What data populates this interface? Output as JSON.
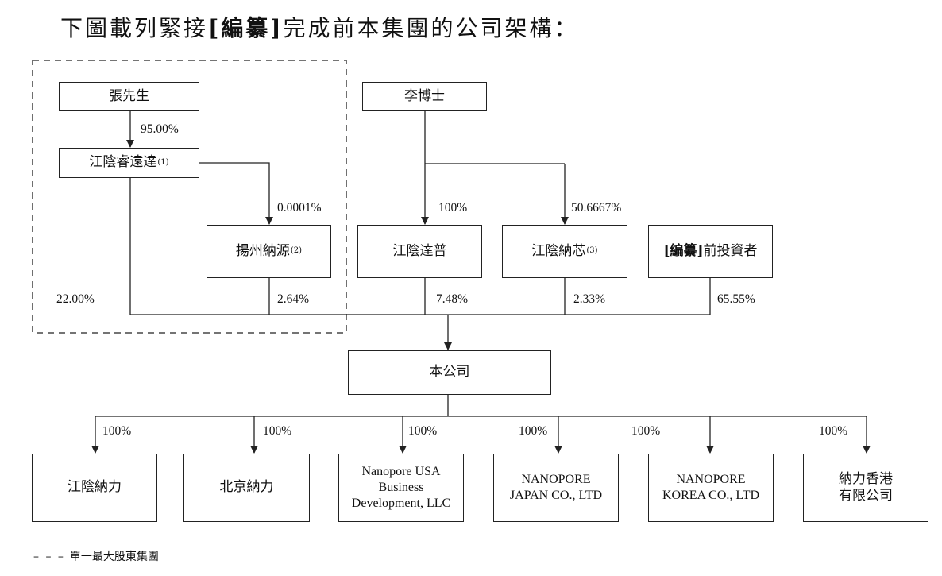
{
  "title": {
    "prefix": "下圖載列緊接",
    "redacted": "[編纂]",
    "suffix": "完成前本集團的公司架構："
  },
  "nodes": {
    "zhang": "張先生",
    "li": "李博士",
    "ruiyuanda": {
      "name": "江陰睿遠達",
      "note": "(1)"
    },
    "nayuan": {
      "name": "揚州納源",
      "note": "(2)"
    },
    "dapu": "江陰達普",
    "naxin": {
      "name": "江陰納芯",
      "note": "(3)"
    },
    "pre_investors": {
      "redacted": "[編纂]",
      "name": "前投資者"
    },
    "company": "本公司",
    "sub1": "江陰納力",
    "sub2": "北京納力",
    "sub3": [
      "Nanopore USA",
      "Business",
      "Development, LLC"
    ],
    "sub4": [
      "NANOPORE",
      "JAPAN CO., LTD"
    ],
    "sub5": [
      "NANOPORE",
      "KOREA CO., LTD"
    ],
    "sub6": [
      "納力香港",
      "有限公司"
    ]
  },
  "percentages": {
    "zhang_to_ruiyuanda": "95.00%",
    "ruiyuanda_to_nayuan": "0.0001%",
    "li_to_dapu": "100%",
    "li_to_naxin": "50.6667%",
    "ruiyuanda_to_company": "22.00%",
    "nayuan_to_company": "2.64%",
    "dapu_to_company": "7.48%",
    "naxin_to_company": "2.33%",
    "investors_to_company": "65.55%",
    "company_to_sub1": "100%",
    "company_to_sub2": "100%",
    "company_to_sub3": "100%",
    "company_to_sub4": "100%",
    "company_to_sub5": "100%",
    "company_to_sub6": "100%"
  },
  "legend": {
    "dash": "– – –",
    "label": "單一最大股東集團"
  }
}
